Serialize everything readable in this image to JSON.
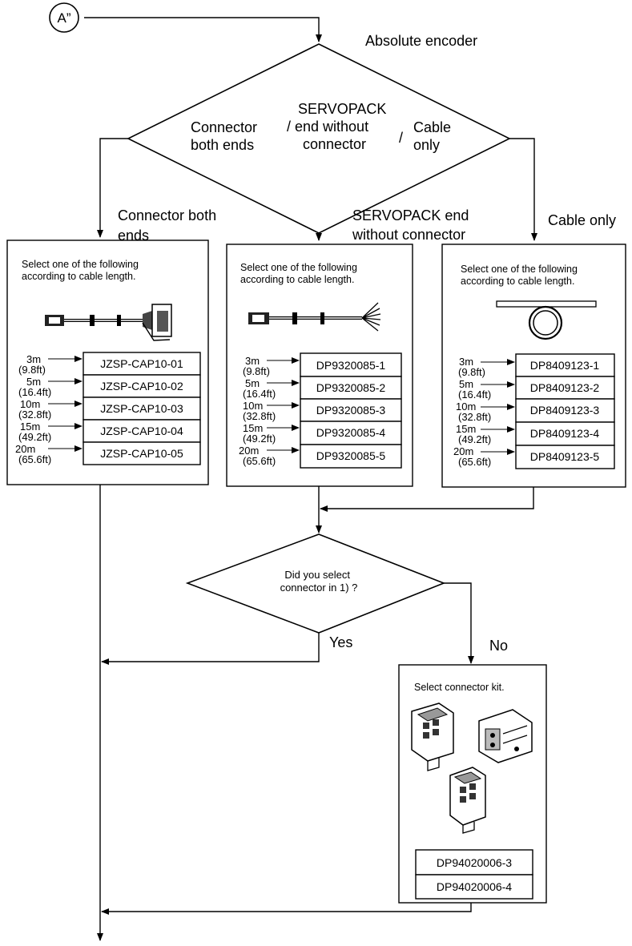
{
  "start": {
    "label": "A”"
  },
  "encoder_label": "Absolute encoder",
  "decision1": {
    "opt1": [
      "Connector",
      "both ends"
    ],
    "opt2": [
      "SERVOPACK",
      "/ end without",
      "connector"
    ],
    "sep": "/",
    "opt3": [
      "Cable",
      "only"
    ]
  },
  "branch_labels": {
    "left": [
      "Connector both",
      "ends"
    ],
    "mid": [
      "SERVOPACK end",
      "without connector"
    ],
    "right": [
      "Cable only"
    ]
  },
  "select_text": [
    "Select one of the following",
    "according to cable length."
  ],
  "lengths": [
    {
      "m": "3m",
      "ft": "(9.8ft)"
    },
    {
      "m": "5m",
      "ft": "(16.4ft)"
    },
    {
      "m": "10m",
      "ft": "(32.8ft)"
    },
    {
      "m": "15m",
      "ft": "(49.2ft)"
    },
    {
      "m": "20m",
      "ft": "(65.6ft)"
    }
  ],
  "parts": {
    "left": [
      "JZSP-CAP10-01",
      "JZSP-CAP10-02",
      "JZSP-CAP10-03",
      "JZSP-CAP10-04",
      "JZSP-CAP10-05"
    ],
    "mid": [
      "DP9320085-1",
      "DP9320085-2",
      "DP9320085-3",
      "DP9320085-4",
      "DP9320085-5"
    ],
    "right": [
      "DP8409123-1",
      "DP8409123-2",
      "DP8409123-3",
      "DP8409123-4",
      "DP8409123-5"
    ]
  },
  "decision2": {
    "lines": [
      "Did you select",
      "connector in 1) ?"
    ],
    "yes": "Yes",
    "no": "No"
  },
  "kit": {
    "title": "Select connector kit.",
    "parts": [
      "DP94020006-3",
      "DP94020006-4"
    ]
  },
  "icons": {
    "left": "cable-with-connectors-both-ends-icon",
    "mid": "cable-with-loose-wires-icon",
    "right": "cable-coil-icon",
    "kit": "connector-kit-icon"
  }
}
